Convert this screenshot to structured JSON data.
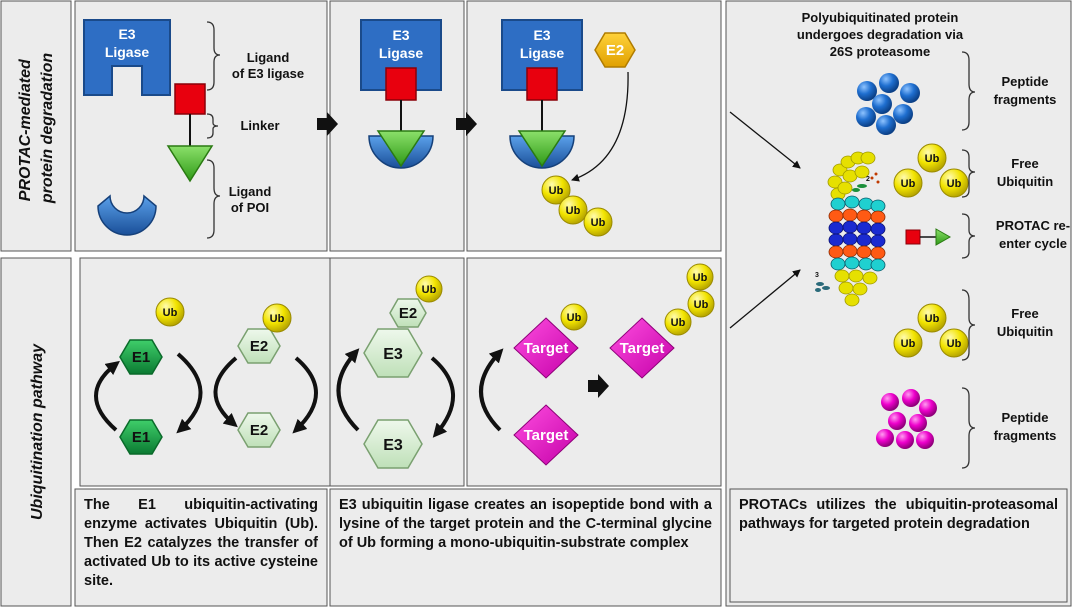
{
  "side_labels": {
    "protac": [
      "PROTAC-mediated",
      "protein degradation"
    ],
    "ubiquitination": "Ubiquitination pathway"
  },
  "protac_panel": {
    "e3_ligase": [
      "E3",
      "Ligase"
    ],
    "ligand_e3": [
      "Ligand",
      "of E3 ligase"
    ],
    "linker": "Linker",
    "ligand_poi": [
      "Ligand",
      "of POI"
    ],
    "e2": "E2",
    "ub": "Ub"
  },
  "ub_panel": {
    "e1": "E1",
    "e2": "E2",
    "e3": "E3",
    "ub": "Ub",
    "target": "Target"
  },
  "right_panel": {
    "heading": [
      "Polyubiquitinated protein",
      "undergoes degradation via",
      "26S proteasome"
    ],
    "peptide_fragments": [
      "Peptide",
      "fragments"
    ],
    "free_ubiquitin": [
      "Free",
      "Ubiquitin"
    ],
    "protac_reenter": [
      "PROTAC re-",
      "enter cycle"
    ],
    "proteasome_numbers": [
      "2",
      "3"
    ]
  },
  "captions": {
    "e1_e2": "The E1 ubiquitin-activating enzyme activates Ubiquitin (Ub). Then E2 catalyzes the transfer of activated Ub to its active cysteine site.",
    "e3": "E3 ubiquitin ligase creates an isopeptide bond with a lysine of the target protein and the C-terminal glycine of Ub forming a mono-ubiquitin-substrate complex",
    "protac": "PROTACs utilizes the ubiquitin-proteasomal pathways for targeted protein degradation"
  },
  "colors": {
    "panel_bg": "#ececec",
    "e3_blue": "#2e6ec4",
    "linker_red": "#e8000e",
    "poi_green": "#4cbf2a",
    "e2_orange": "#f6b800",
    "ub_yellow": "#f2e400",
    "e1_green": "#1aa84a",
    "e2_pale": "#d4ecd0",
    "target_magenta": "#ee00cc"
  }
}
